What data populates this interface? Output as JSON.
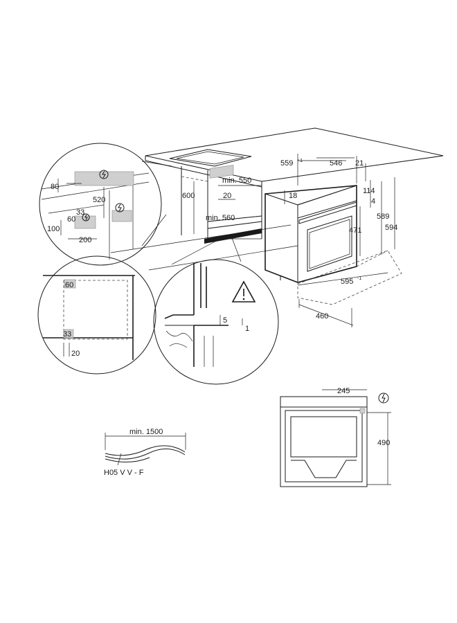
{
  "dimensions": {
    "w559": "559",
    "w559_tol": "+1",
    "w546": "546",
    "w21": "21",
    "h114": "114",
    "h4": "4",
    "h18": "18",
    "h589": "589",
    "h594": "594",
    "h471": "471",
    "w595": "595",
    "w595_tol": "-1",
    "d460": "460",
    "h600": "600",
    "min550": "min. 550",
    "v20": "20",
    "min560": "min. 560",
    "v80": "80",
    "v520": "520",
    "v60": "60",
    "v33": "33",
    "v100": "100",
    "v200": "200",
    "c60": "60",
    "c33": "33",
    "c20": "20",
    "gap5": "5",
    "gap1": "1",
    "w245": "245",
    "h490": "490",
    "cable_len": "min. 1500"
  },
  "cable": {
    "type": "H05 V V - F"
  },
  "icons": {
    "electric": "electric-connection-symbol",
    "warning": "warning-triangle"
  }
}
